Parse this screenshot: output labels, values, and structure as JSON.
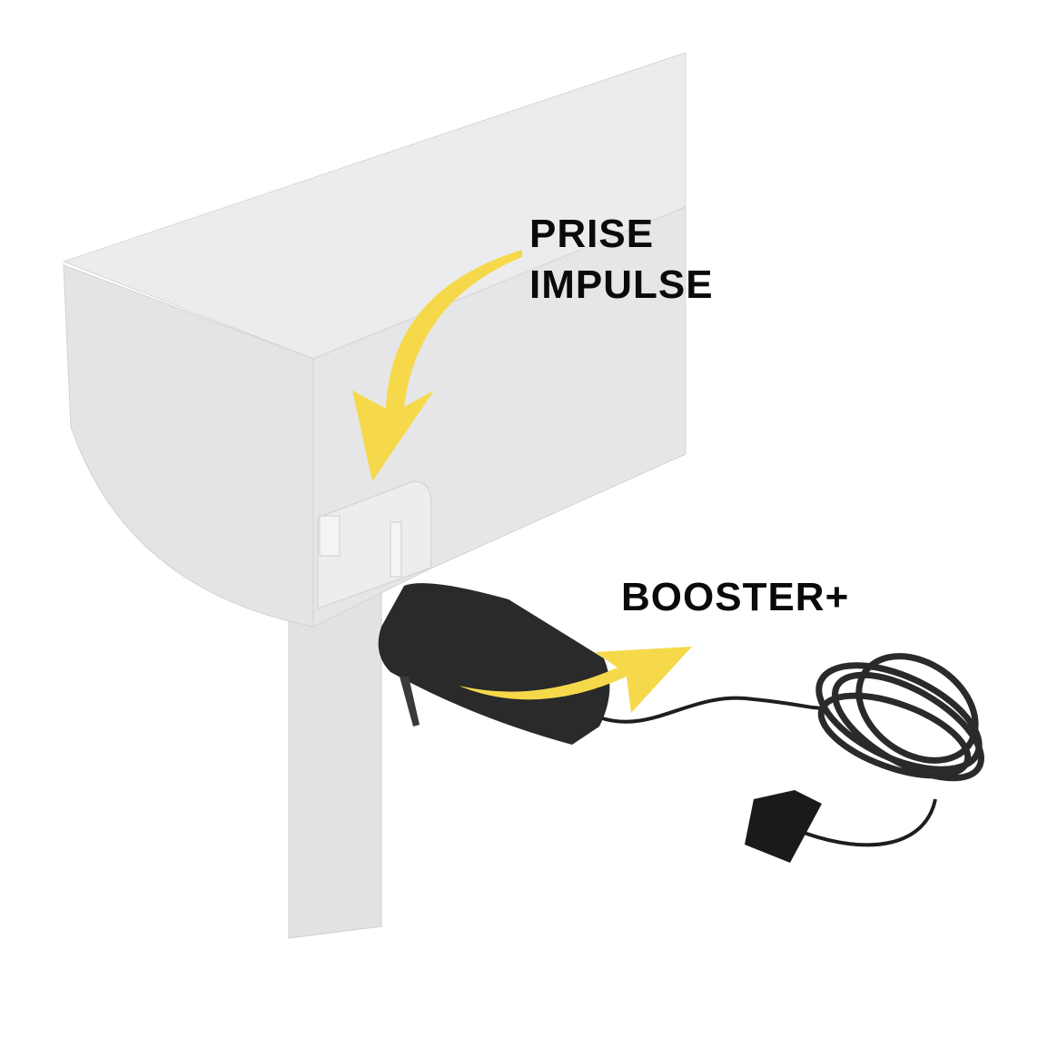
{
  "labels": {
    "prise_line1": "PRISE",
    "prise_line2": "IMPULSE",
    "booster": "BOOSTER+"
  },
  "colors": {
    "arrow": "#f5d94a",
    "product": "#e4e4e6",
    "charger": "#2a2a2a"
  }
}
